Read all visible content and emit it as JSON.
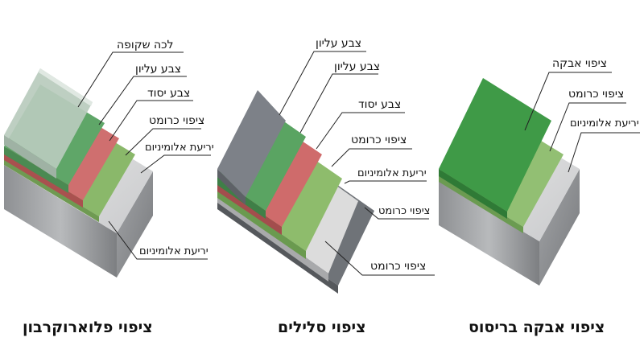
{
  "diagrams": [
    {
      "title": "ציפוי פלוארוקרבון",
      "layers": [
        {
          "label": "לכה שקופה",
          "color": "#b9cbbd"
        },
        {
          "label": "צבע עליון",
          "color": "#5fa668"
        },
        {
          "label": "צבע יסוד",
          "color": "#cf6f6f"
        },
        {
          "label": "ציפוי כרומט",
          "color": "#8ab86a"
        },
        {
          "label": "יריעת אלומיניום",
          "color": "#d9dadb"
        },
        {
          "label": "יריעת אלומיניום",
          "color": "#bdbfc1"
        }
      ]
    },
    {
      "title": "ציפוי סלילים",
      "layers": [
        {
          "label": "צבע עליון",
          "color": "#7d8188"
        },
        {
          "label": "צבע עליון",
          "color": "#5aa462"
        },
        {
          "label": "צבע יסוד",
          "color": "#cf6b6b"
        },
        {
          "label": "ציפוי כרומט",
          "color": "#8ebc6c"
        },
        {
          "label": "יריעת אלומיניום",
          "color": "#dcdcdc"
        },
        {
          "label": "ציפוי כרומט",
          "color": "#6f7378"
        },
        {
          "label": "ציפוי כרומט",
          "color": "#e2e2e2"
        }
      ]
    },
    {
      "title": "ציפוי אבקה בריסוס",
      "layers": [
        {
          "label": "ציפוי אבקה",
          "color": "#3f9a47"
        },
        {
          "label": "ציפוי כרומט",
          "color": "#92bf73"
        },
        {
          "label": "יריעת אלומיניום",
          "color": "#d8d9da"
        }
      ]
    }
  ]
}
